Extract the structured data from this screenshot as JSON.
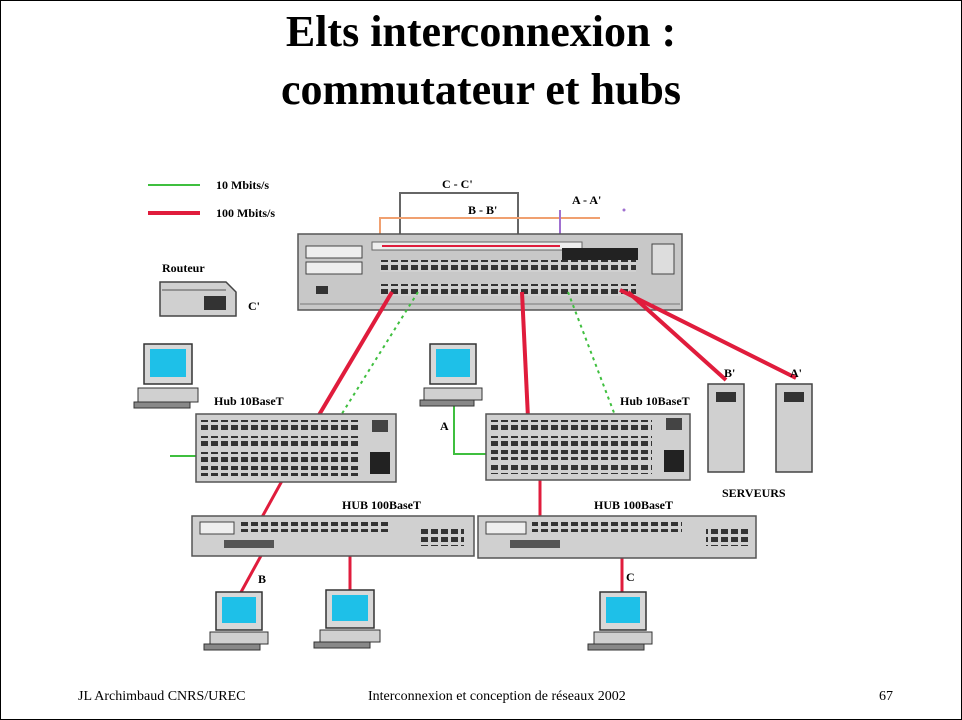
{
  "slide": {
    "title_line1": "Elts interconnexion :",
    "title_line2": "commutateur et hubs",
    "footer_left": "JL Archimbaud CNRS/UREC",
    "footer_center": "Interconnexion et conception de réseaux 2002",
    "footer_right": "67"
  },
  "legend": {
    "green_label": "10 Mbits/s",
    "red_label": "100 Mbits/s",
    "green_color": "#3fbf3f",
    "red_color": "#e01c3c"
  },
  "links": {
    "cc_label": "C - C'",
    "bb_label": "B - B'",
    "aa_label": "A - A'"
  },
  "devices": {
    "router_label": "Routeur",
    "router_port_label": "C'",
    "hub1_label": "Hub 10BaseT",
    "hub2_label": "Hub 10BaseT",
    "hub3_label": "HUB 100BaseT",
    "hub4_label": "HUB 100BaseT",
    "servers_label": "SERVEURS",
    "server_b_label": "B'",
    "server_a_label": "A'",
    "pc_a_label": "A",
    "pc_b_label": "B",
    "pc_c_label": "C"
  }
}
